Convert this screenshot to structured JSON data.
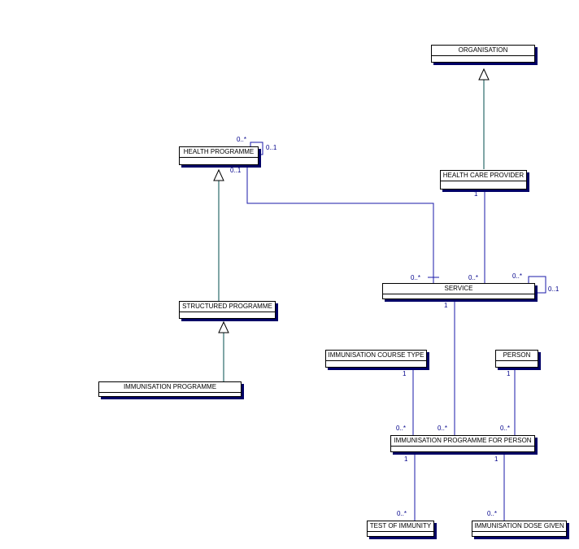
{
  "colors": {
    "association_line": "#1a1aa8",
    "generalization_line": "#004d4d",
    "multiplicity_text": "#00008b",
    "box_border": "#000000",
    "box_shadow": "#000066"
  },
  "classes": {
    "organisation": "ORGANISATION",
    "health_care_provider": "HEALTH CARE PROVIDER",
    "health_programme": "HEALTH PROGRAMME",
    "structured_programme": "STRUCTURED PROGRAMME",
    "immunisation_programme": "IMMUNISATION PROGRAMME",
    "service": "SERVICE",
    "immunisation_course_type": "IMMUNISATION COURSE TYPE",
    "person": "PERSON",
    "immunisation_programme_for_person": "IMMUNISATION PROGRAMME FOR PERSON",
    "test_of_immunity": "TEST OF IMMUNITY",
    "immunisation_dose_given": "IMMUNISATION DOSE GIVEN"
  },
  "multiplicities": {
    "health_programme_self_many": "0..*",
    "health_programme_self_one": "0..1",
    "health_programme_to_service": "0..1",
    "health_care_provider_one": "1",
    "service_from_health_programme": "0..*",
    "service_from_provider": "0..*",
    "service_self_many": "0..*",
    "service_self_one": "0..1",
    "service_one": "1",
    "course_type_one": "1",
    "person_one": "1",
    "ipfp_from_course_type": "0..*",
    "ipfp_from_service": "0..*",
    "ipfp_from_person": "0..*",
    "ipfp_to_test_one": "1",
    "ipfp_to_dose_one": "1",
    "test_many": "0..*",
    "dose_many": "0..*"
  }
}
